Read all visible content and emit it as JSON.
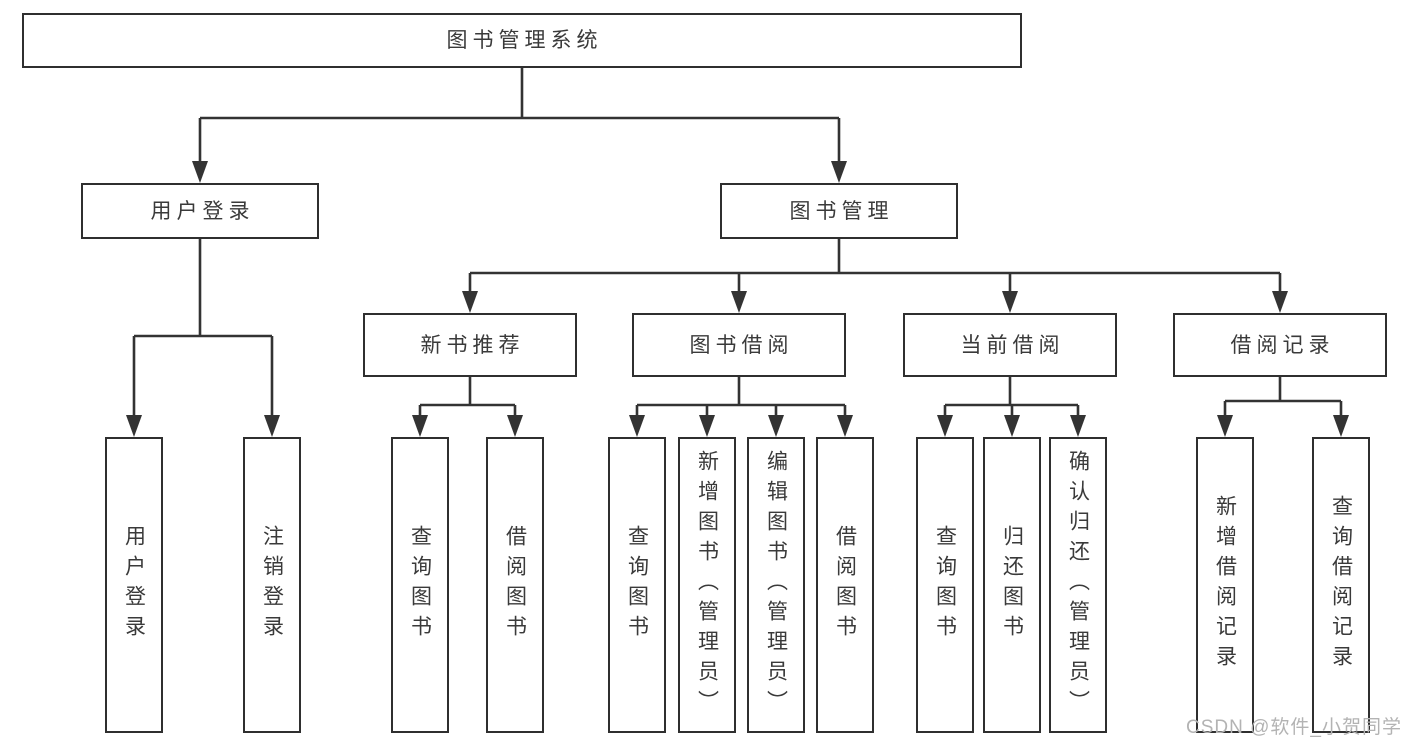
{
  "tree": {
    "label": "图书管理系统",
    "children": [
      {
        "label": "用户登录",
        "children": [
          {
            "label": "用户登录"
          },
          {
            "label": "注销登录"
          }
        ]
      },
      {
        "label": "图书管理",
        "children": [
          {
            "label": "新书推荐",
            "children": [
              {
                "label": "查询图书"
              },
              {
                "label": "借阅图书"
              }
            ]
          },
          {
            "label": "图书借阅",
            "children": [
              {
                "label": "查询图书"
              },
              {
                "label": "新增图书（管理员）"
              },
              {
                "label": "编辑图书（管理员）"
              },
              {
                "label": "借阅图书"
              }
            ]
          },
          {
            "label": "当前借阅",
            "children": [
              {
                "label": "查询图书"
              },
              {
                "label": "归还图书"
              },
              {
                "label": "确认归还（管理员）"
              }
            ]
          },
          {
            "label": "借阅记录",
            "children": [
              {
                "label": "新增借阅记录"
              },
              {
                "label": "查询借阅记录"
              }
            ]
          }
        ]
      }
    ]
  },
  "watermark": {
    "text": "CSDN @软件_小贺同学"
  },
  "colors": {
    "line": "#333333",
    "box_border": "#2f2f2f",
    "text": "#3a3a3a",
    "watermark_text": "#b3b3b3",
    "background": "#ffffff"
  }
}
